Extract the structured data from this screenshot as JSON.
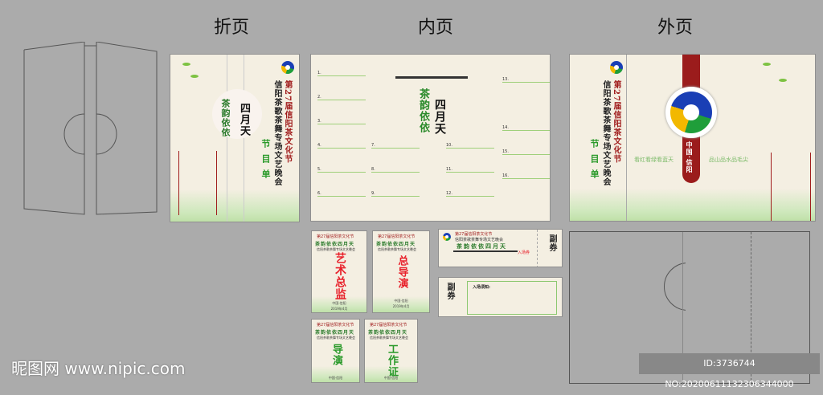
{
  "headings": {
    "fold": "折页",
    "inner": "内页",
    "outer": "外页"
  },
  "festival": {
    "edition": "第27届信阳茶文化节",
    "gala": "信阳茶歌茶舞专场文艺晚会",
    "program": "节目单",
    "art_a": "茶韵依依",
    "art_b": "四月天",
    "place": "中国·信阳"
  },
  "outer": {
    "slogan_left": "看红看绿看蓝天",
    "slogan_right": "品山品水品毛尖",
    "ribbon": "中国·信阳"
  },
  "inner": {
    "items": [
      "1.",
      "2.",
      "3.",
      "4.",
      "5.",
      "6.",
      "7.",
      "8.",
      "9.",
      "10.",
      "11.",
      "12.",
      "13.",
      "14.",
      "15.",
      "16."
    ]
  },
  "cards": [
    {
      "header": "第27届信阳茶文化节",
      "motto": "茶韵依依四月天",
      "gala": "信阳茶歌茶舞专场文艺晚会",
      "title": "艺术总监",
      "place": "中国·信阳",
      "date": "2019年4月",
      "color": "#e8202a"
    },
    {
      "header": "第27届信阳茶文化节",
      "motto": "茶韵依依四月天",
      "gala": "信阳茶歌茶舞专场文艺晚会",
      "title": "总导演",
      "place": "中国·信阳",
      "date": "2019年4月",
      "color": "#e8202a"
    },
    {
      "header": "第27届信阳茶文化节",
      "motto": "茶韵依依四月天",
      "gala": "信阳茶歌茶舞专场文艺晚会",
      "title": "导演",
      "place": "中国·信阳",
      "color": "#2a9a2a"
    },
    {
      "header": "第27届信阳茶文化节",
      "motto": "茶韵依依四月天",
      "gala": "信阳茶歌茶舞专场文艺晚会",
      "title": "工作证",
      "place": "中国·信阳",
      "color": "#2a9a2a"
    }
  ],
  "ticket": {
    "header": "第27届信阳茶文化节",
    "gala": "信阳茶歌茶舞专场文艺晚会",
    "motto": "茶韵依依四月天",
    "label": "入场券",
    "stub": "副券",
    "notice_title": "入场须知:"
  },
  "watermark": {
    "site": "昵图网 www.nipic.com",
    "id": "ID:3736744 NO:20200611132306344000"
  },
  "colors": {
    "background": "#ababab",
    "paper": "#f4efe2",
    "accent_red": "#a01c1c",
    "accent_green": "#2a9a2a"
  }
}
